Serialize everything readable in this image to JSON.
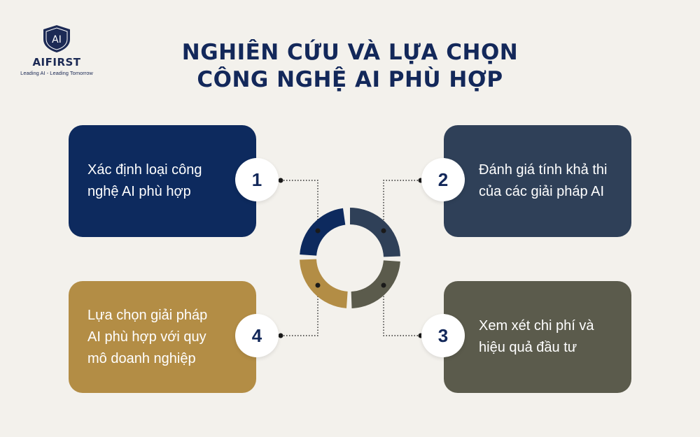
{
  "logo": {
    "mark": "AI",
    "name": "AIFIRST",
    "tagline": "Leading AI - Leading Tomorrow"
  },
  "title": {
    "line1": "NGHIÊN CỨU VÀ LỰA CHỌN",
    "line2": "CÔNG NGHỆ AI PHÙ HỢP"
  },
  "steps": [
    {
      "number": "1",
      "text": "Xác định loại công nghệ AI phù hợp",
      "color": "#0d2a5e"
    },
    {
      "number": "2",
      "text": "Đánh giá tính khả thi của các giải pháp AI",
      "color": "#2f4058"
    },
    {
      "number": "3",
      "text": "Xem xét chi phí và hiệu quả đầu tư",
      "color": "#5b5b4c"
    },
    {
      "number": "4",
      "text": "Lựa chọn giải pháp AI phù hợp với quy mô doanh nghiệp",
      "color": "#b38d45"
    }
  ]
}
